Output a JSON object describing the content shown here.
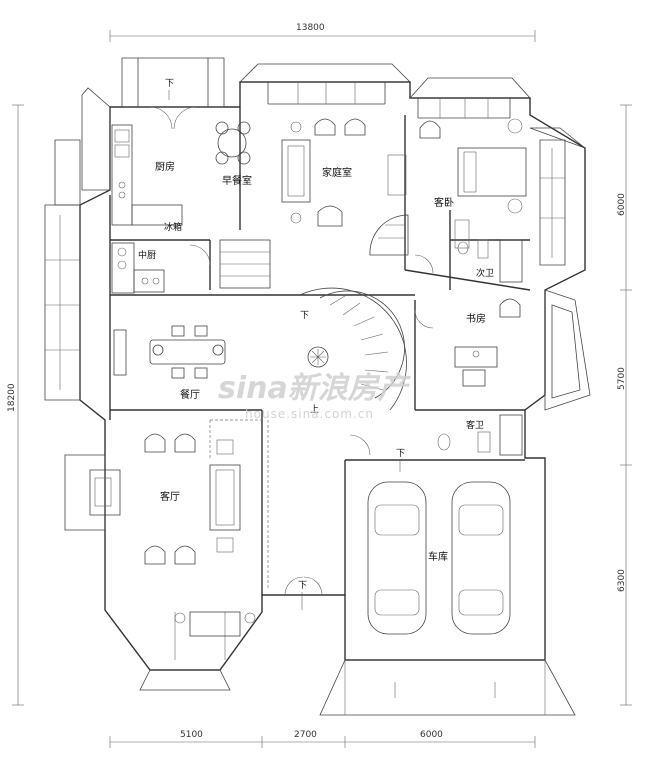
{
  "dimensions": {
    "top_total": "13800",
    "left_total": "18200",
    "right_top": "6000",
    "right_mid": "5700",
    "right_bottom": "6300",
    "bottom_left": "5100",
    "bottom_mid": "2700",
    "bottom_right": "6000"
  },
  "rooms": {
    "kitchen": "厨房",
    "breakfast": "早餐室",
    "family_room": "家庭室",
    "guest_bedroom": "客卧",
    "fridge": "冰箱",
    "chinese_kitchen": "中厨",
    "secondary_bath": "次卫",
    "study": "书房",
    "dining": "餐厅",
    "guest_bath": "客卫",
    "living": "客厅",
    "garage": "车库"
  },
  "stair_marks": {
    "entry_top": "下",
    "stair_down": "下",
    "stair_up": "上",
    "garage_door": "下",
    "front_entry": "下"
  },
  "watermark": {
    "brand": "sina新浪房产",
    "url": "house.sina.com.cn"
  }
}
